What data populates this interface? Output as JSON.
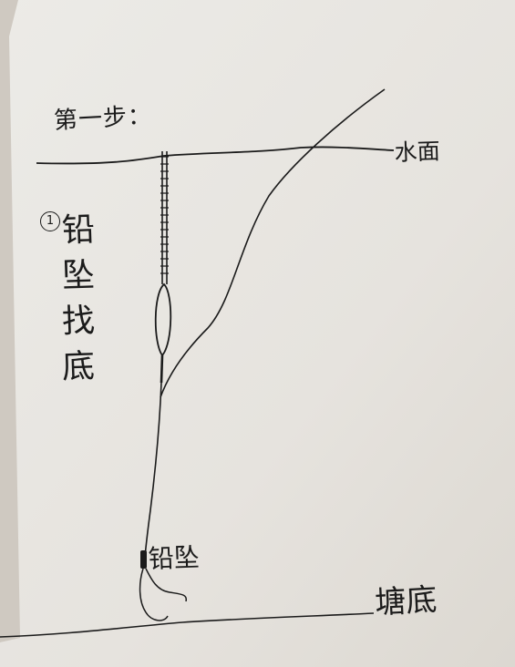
{
  "labels": {
    "step_title": "第一步：",
    "water_surface": "水面",
    "circled_number": "1",
    "note_chars": [
      "铅",
      "坠",
      "找",
      "底"
    ],
    "sinker": "铅坠",
    "pond_bottom": "塘底"
  },
  "colors": {
    "paper": "#e9e6e1",
    "background": "#cfc9c1",
    "ink": "#1b1b1b"
  }
}
